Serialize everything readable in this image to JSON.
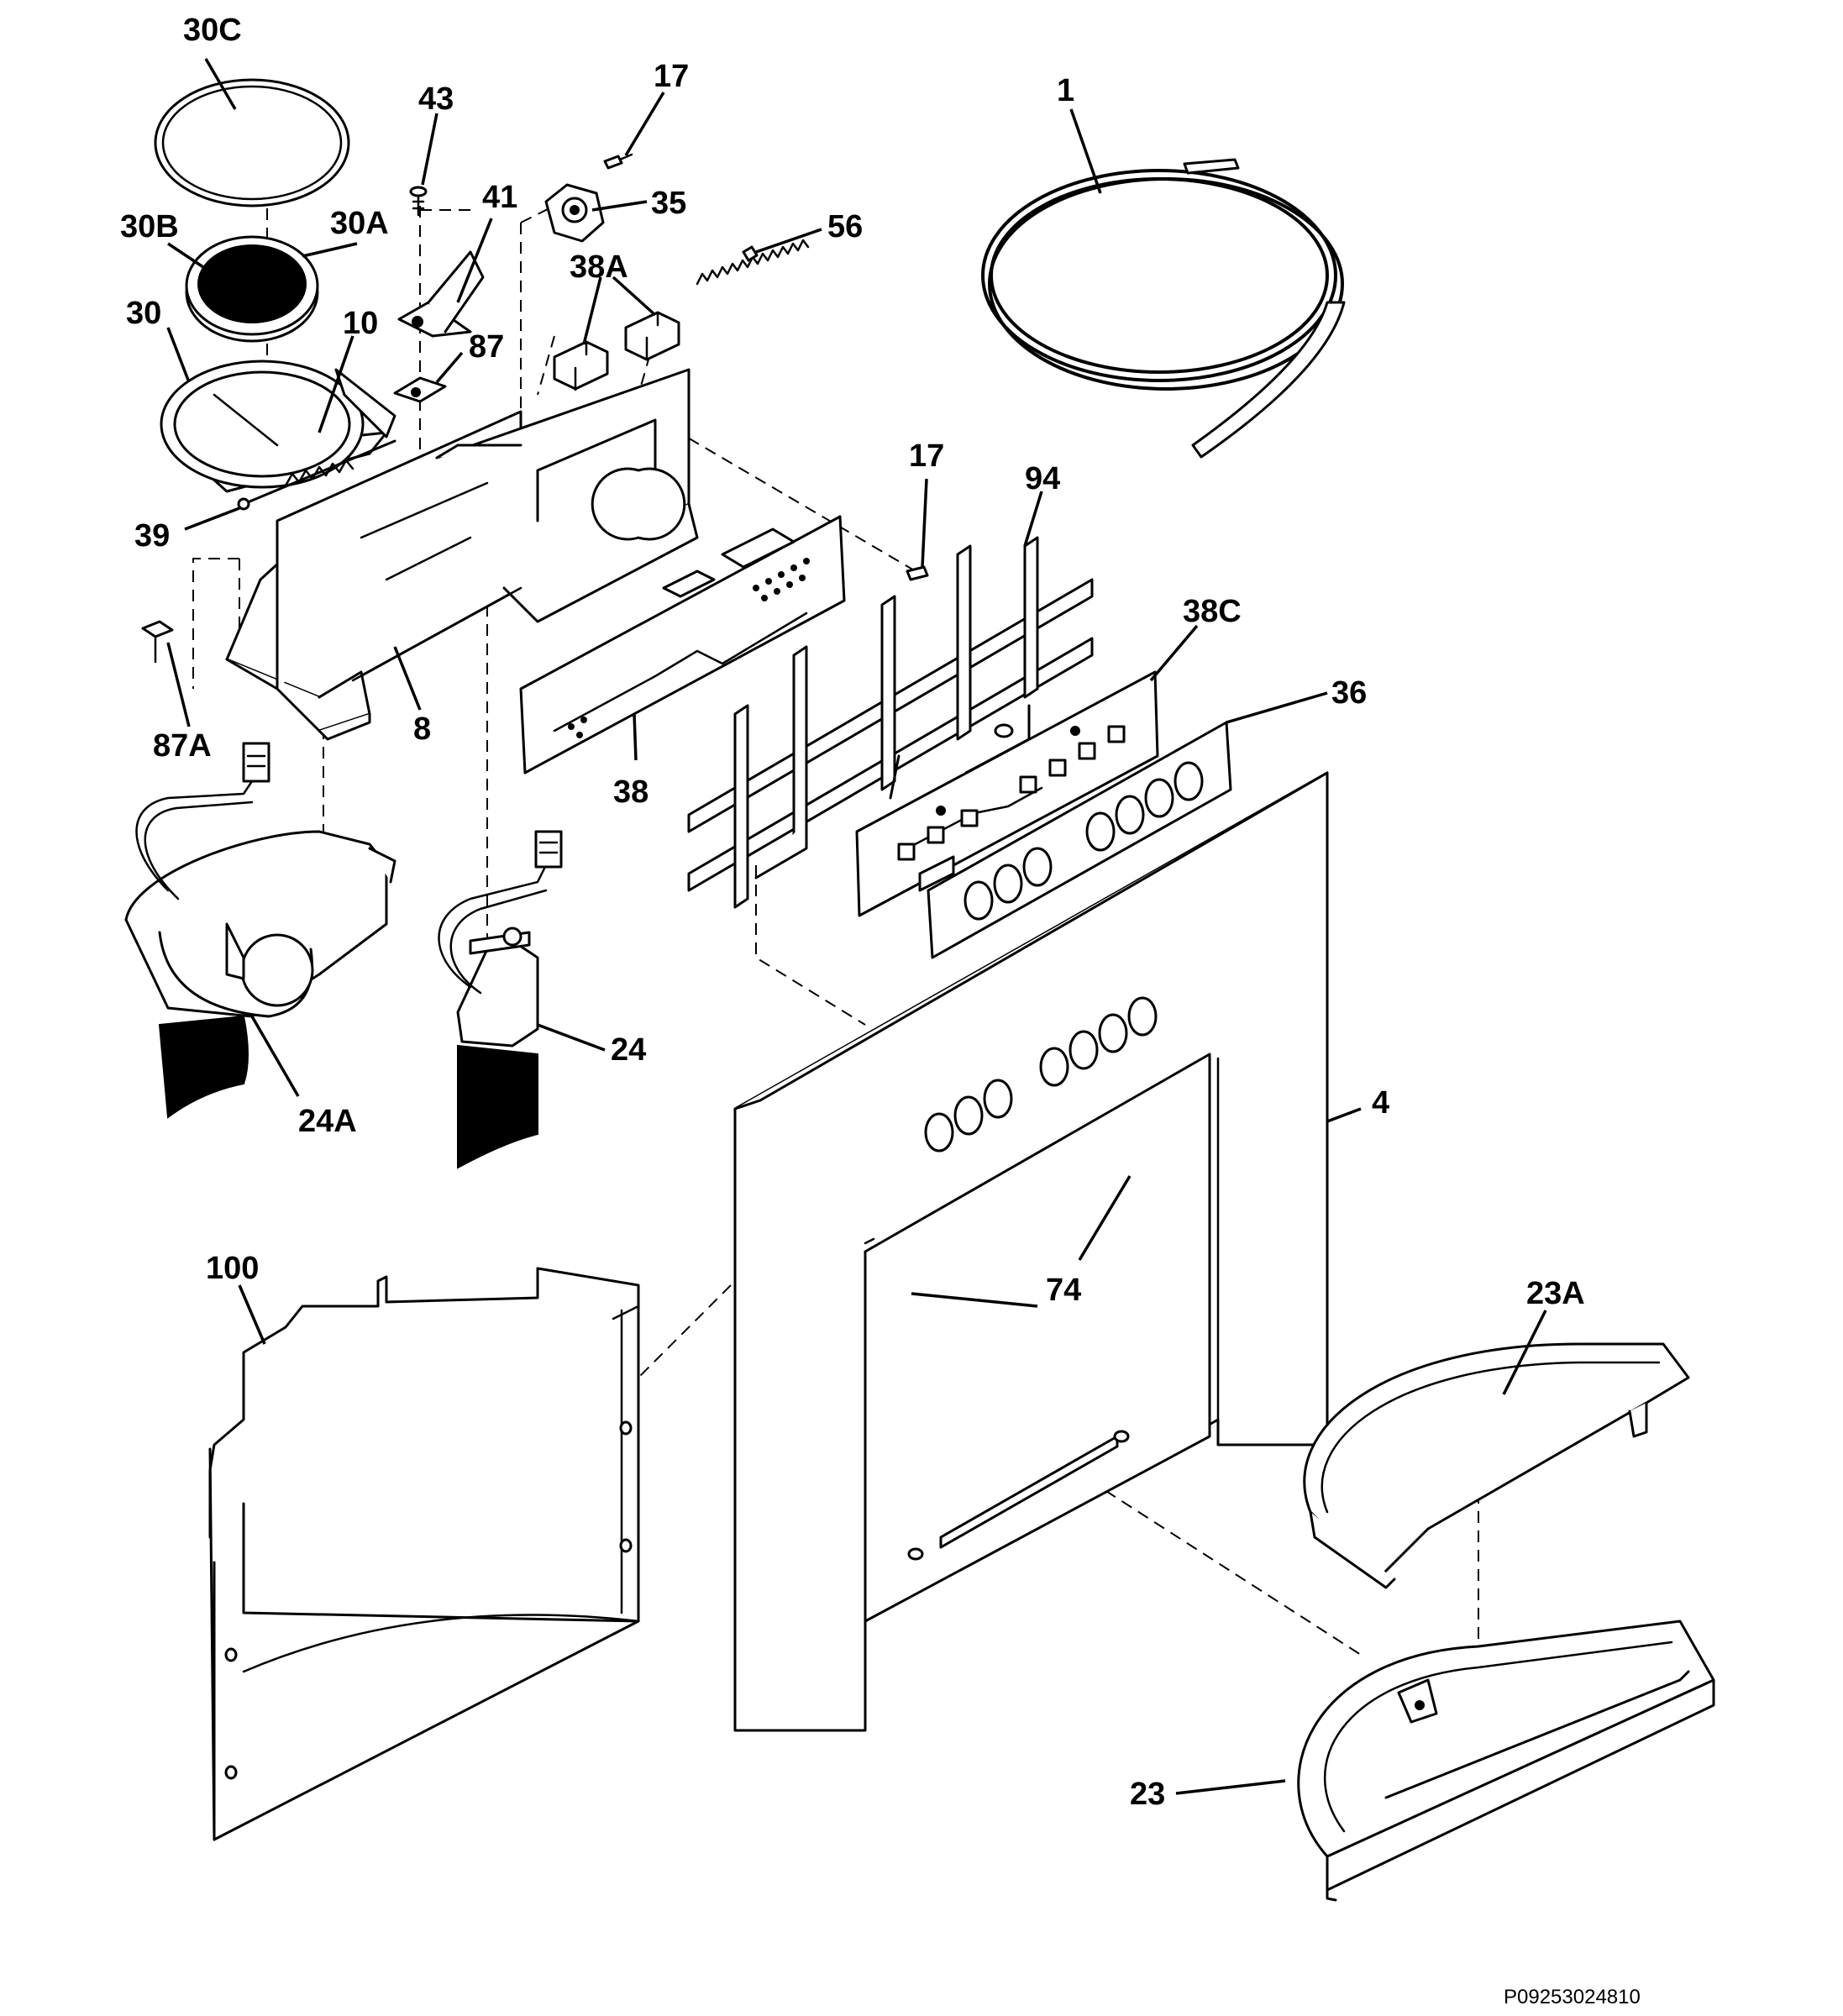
{
  "diagram": {
    "code": "P09253024810",
    "callouts": {
      "c30C": "30C",
      "c43": "43",
      "c17a": "17",
      "c1": "1",
      "c41": "41",
      "c35": "35",
      "c30B": "30B",
      "c30A": "30A",
      "c56": "56",
      "c38A": "38A",
      "c30": "30",
      "c10": "10",
      "c87": "87",
      "c17b": "17",
      "c94": "94",
      "c39": "39",
      "c38C": "38C",
      "c36": "36",
      "c87A": "87A",
      "c8": "8",
      "c38": "38",
      "c24": "24",
      "c4": "4",
      "c24A": "24A",
      "c74": "74",
      "c100": "100",
      "c23A": "23A",
      "c23": "23"
    }
  }
}
